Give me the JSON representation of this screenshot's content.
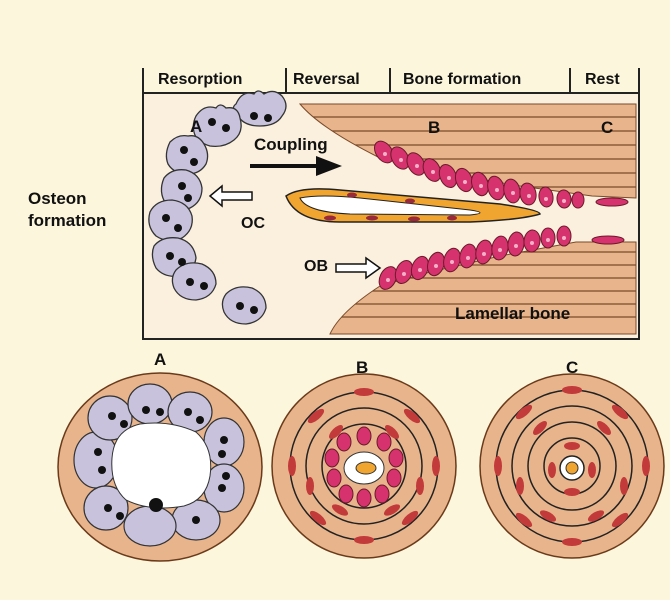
{
  "phases": [
    "Resorption",
    "Reversal",
    "Bone formation",
    "Rest"
  ],
  "side_label": [
    "Osteon",
    "formation"
  ],
  "markers": {
    "a": "A",
    "b": "B",
    "c": "C"
  },
  "arrow_label": "Coupling",
  "cell_labels": {
    "osteoclast": "OC",
    "osteoblast": "OB"
  },
  "tissue_label": "Lamellar bone",
  "cross_sections": [
    "A",
    "B",
    "C"
  ],
  "colors": {
    "background": "#fbf6dc",
    "bone": "#e8b48c",
    "osteoclast": "#c8c2dc",
    "osteoblast": "#d6336e",
    "osteocyte": "#c23a3a",
    "reversal_cell": "#f1a531"
  }
}
